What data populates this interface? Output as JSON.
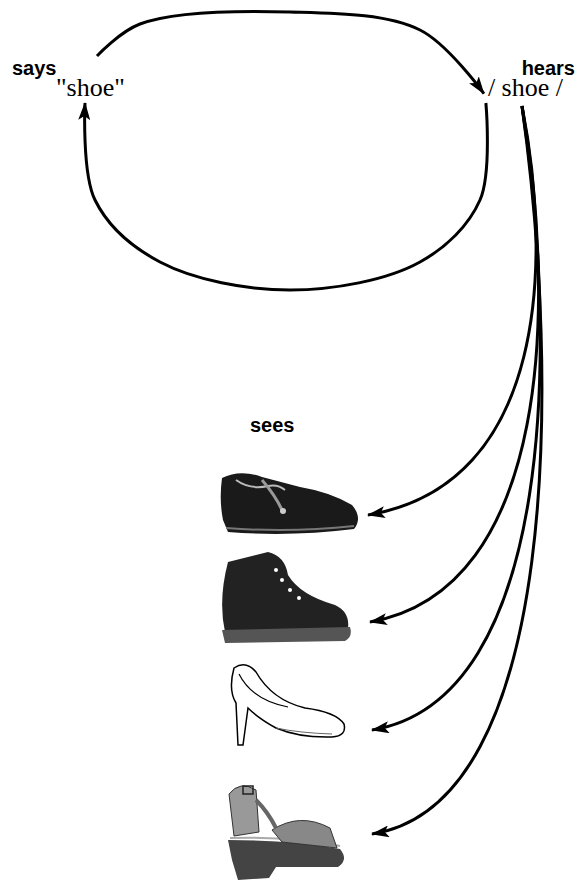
{
  "diagram": {
    "nodes": [
      {
        "text": [
          "says",
          "\"shoe\""
        ]
      },
      {
        "text": [
          "hears",
          "/ shoe /"
        ]
      }
    ],
    "edges": [
      {
        "from": 0,
        "to": 1,
        "arrow": "to"
      },
      {
        "from": 1,
        "to": 0,
        "arrow": "to"
      }
    ],
    "labels": [
      "sees"
    ]
  }
}
